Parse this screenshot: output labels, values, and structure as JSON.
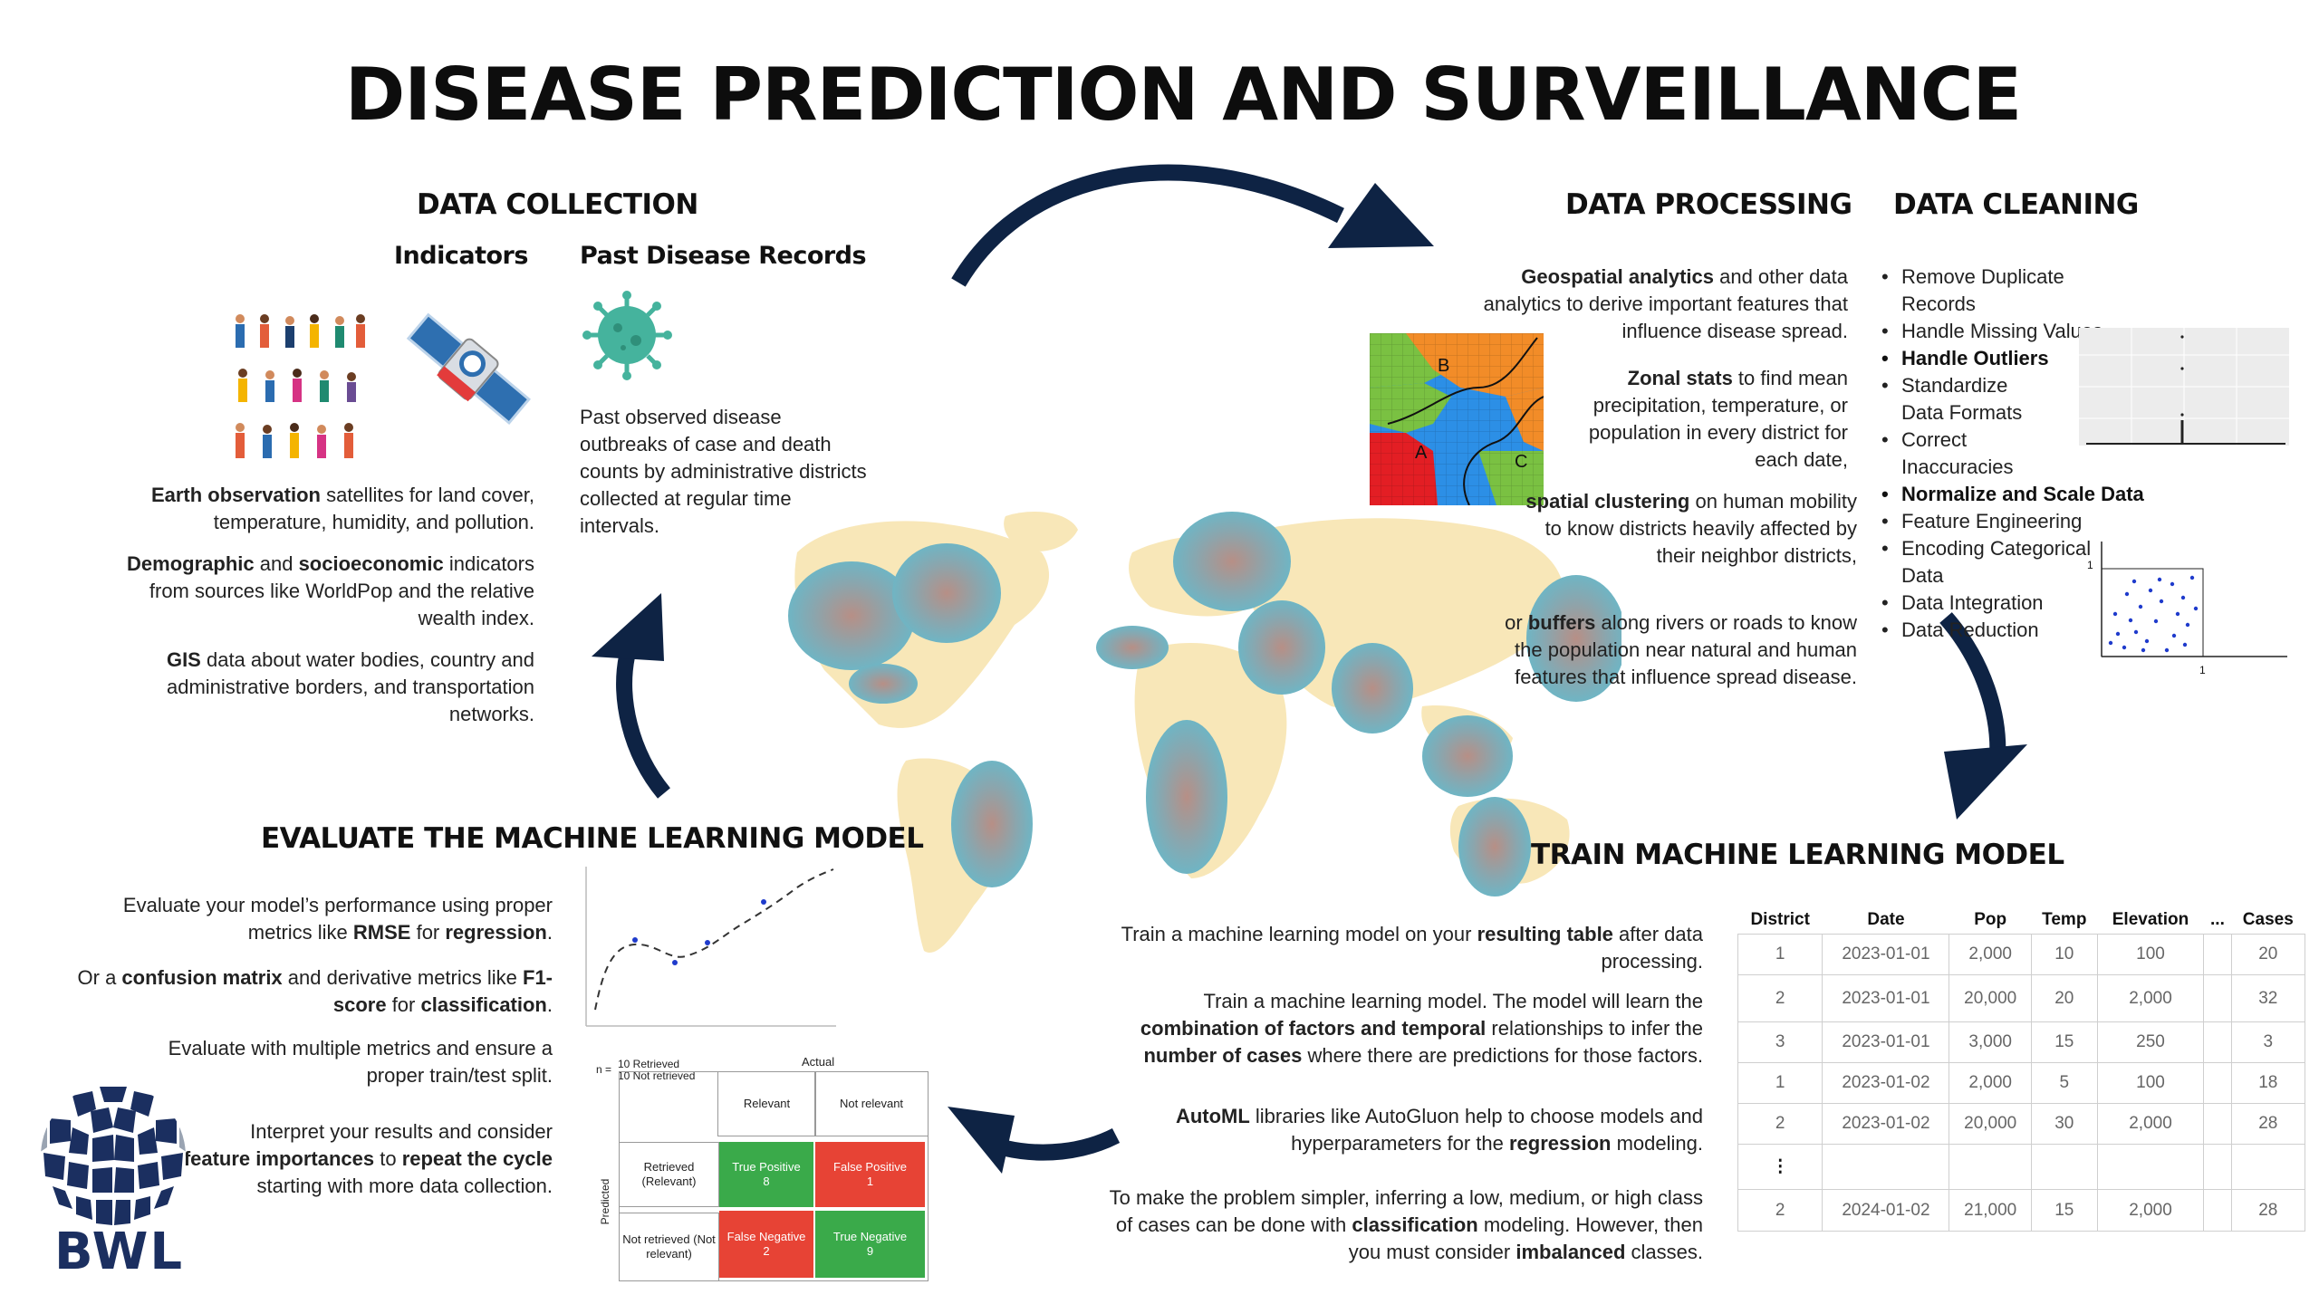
{
  "title": "DISEASE PREDICTION AND SURVEILLANCE",
  "colors": {
    "navy": "#0e2344",
    "map_land": "#f8e7b8",
    "map_blob": "#6fb5c4",
    "green": "#3aaa4a",
    "red": "#e74335"
  },
  "collection": {
    "heading": "DATA COLLECTION",
    "indicators_label": "Indicators",
    "records_label": "Past Disease Records",
    "records_text": "Past observed disease outbreaks of case and death counts by administrative districts collected at regular time intervals.",
    "p1_bold": "Earth observation",
    "p1_rest": " satellites for land cover, temperature, humidity, and pollution.",
    "p2_bold1": "Demographic",
    "p2_mid": " and ",
    "p2_bold2": "socioeconomic",
    "p2_rest": " indicators from sources like WorldPop and the relative wealth index.",
    "p3_bold": "GIS",
    "p3_rest": " data about water bodies, country and administrative borders, and transportation networks."
  },
  "processing": {
    "heading": "DATA PROCESSING",
    "p1_bold": "Geospatial analytics",
    "p1_rest": " and other data analytics to derive important features that influence disease spread.",
    "p2_bold": "Zonal stats",
    "p2_rest": " to find mean precipitation, temperature, or population in every district for each date,",
    "p3_bold": "spatial clustering",
    "p3_rest": " on human mobility to know districts heavily affected by their neighbor districts,",
    "p4_pre": "or ",
    "p4_bold": "buffers",
    "p4_rest": " along rivers or roads to know the population near natural and human features that influence spread disease.",
    "zone_labels": [
      "B",
      "A",
      "C"
    ]
  },
  "cleaning": {
    "heading": "DATA CLEANING",
    "items": [
      {
        "text": "Remove Duplicate Records",
        "bold": false
      },
      {
        "text": "Handle Missing Values",
        "bold": false
      },
      {
        "text": "Handle Outliers",
        "bold": true
      },
      {
        "text": "Standardize Data Formats",
        "bold": false
      },
      {
        "text": "Correct Inaccuracies",
        "bold": false
      },
      {
        "text": "Normalize and Scale Data",
        "bold": true
      },
      {
        "text": "Feature Engineering",
        "bold": false
      },
      {
        "text": "Encoding Categorical Data",
        "bold": false
      },
      {
        "text": "Data Integration",
        "bold": false
      },
      {
        "text": "Data Reduction",
        "bold": false
      }
    ],
    "scatter_axis_max": "1"
  },
  "train": {
    "heading": "TRAIN MACHINE LEARNING MODEL",
    "p1_pre": "Train a machine learning model on your ",
    "p1_bold": "resulting table",
    "p1_rest": " after data processing.",
    "p2_pre": "Train a machine learning model. The model will learn the ",
    "p2_bold1": "combination of factors and temporal",
    "p2_mid": " relationships to infer the ",
    "p2_bold2": "number of cases",
    "p2_rest": " where there are predictions for those factors.",
    "p3_bold": "AutoML",
    "p3_mid": " libraries like AutoGluon help to choose models and hyperparameters for the ",
    "p3_bold2": "regression",
    "p3_rest": " modeling.",
    "p4_pre": "To make the problem simpler, inferring a low, medium, or high class of cases can be done with ",
    "p4_bold": "classification",
    "p4_mid": " modeling. However, then you must consider ",
    "p4_bold2": "imbalanced",
    "p4_rest": " classes."
  },
  "table": {
    "headers": [
      "District",
      "Date",
      "Pop",
      "Temp",
      "Elevation",
      "...",
      "Cases"
    ],
    "rows": [
      [
        "1",
        "2023-01-01",
        "2,000",
        "10",
        "100",
        "",
        "20"
      ],
      [
        "2",
        "2023-01-01",
        "20,000",
        "20",
        "2,000",
        "",
        "32"
      ],
      [
        "3",
        "2023-01-01",
        "3,000",
        "15",
        "250",
        "",
        "3"
      ],
      [
        "1",
        "2023-01-02",
        "2,000",
        "5",
        "100",
        "",
        "18"
      ],
      [
        "2",
        "2023-01-02",
        "20,000",
        "30",
        "2,000",
        "",
        "28"
      ],
      [
        "⋮",
        "",
        "",
        "",
        "",
        "",
        ""
      ],
      [
        "2",
        "2024-01-02",
        "21,000",
        "15",
        "2,000",
        "",
        "28"
      ]
    ]
  },
  "evaluate": {
    "heading": "EVALUATE THE MACHINE LEARNING MODEL",
    "p1_pre": "Evaluate your model’s performance using proper metrics like ",
    "p1_bold1": "RMSE",
    "p1_mid": " for ",
    "p1_bold2": "regression",
    "p1_rest": ".",
    "p2_pre": "Or a ",
    "p2_bold1": "confusion matrix",
    "p2_mid": " and derivative metrics like ",
    "p2_bold2": "F1-score",
    "p2_mid2": " for ",
    "p2_bold3": "classification",
    "p2_rest": ".",
    "p3": "Evaluate with multiple metrics and ensure a proper train/test split.",
    "p4_pre": "Interpret your results and consider ",
    "p4_bold1": "feature importances",
    "p4_mid": " to ",
    "p4_bold2": "repeat the cycle",
    "p4_rest": " starting with more data collection."
  },
  "confusion": {
    "n_label": "n =",
    "n_line1": "10 Retrieved",
    "n_line2": "10 Not retrieved",
    "actual": "Actual",
    "predicted": "Predicted",
    "col1": "Relevant",
    "col2": "Not relevant",
    "row1": "Retrieved (Relevant)",
    "row2": "Not retrieved (Not relevant)",
    "tp_label": "True Positive",
    "tp_value": "8",
    "fp_label": "False Positive",
    "fp_value": "1",
    "fn_label": "False Negative",
    "fn_value": "2",
    "tn_label": "True Negative",
    "tn_value": "9"
  },
  "logo": {
    "text": "BWL"
  }
}
